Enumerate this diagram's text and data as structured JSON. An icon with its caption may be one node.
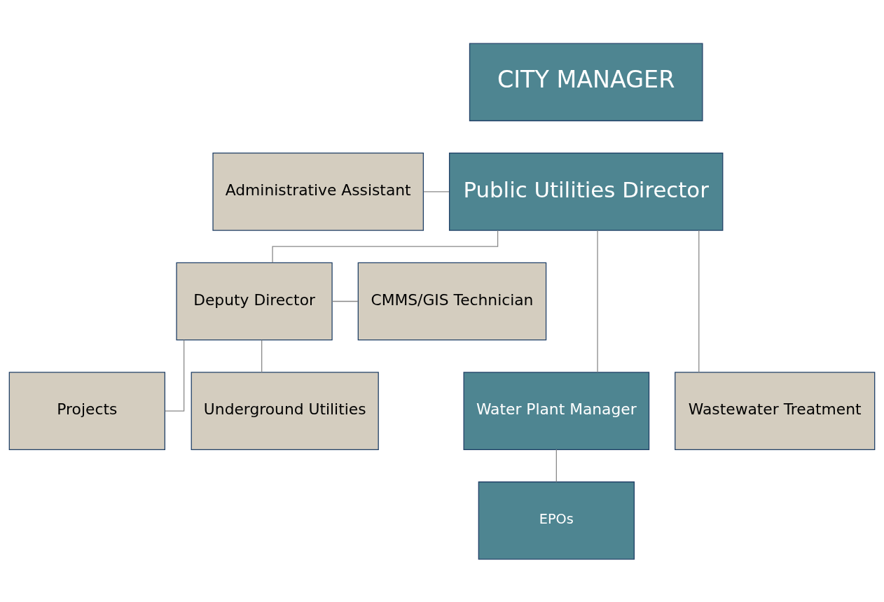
{
  "diagram": {
    "nodes": [
      {
        "text": [
          "CITY MANAGER"
        ]
      },
      {
        "text": [
          "Administrative Assistant"
        ]
      },
      {
        "text": [
          "Public Utilities Director"
        ]
      },
      {
        "text": [
          "Deputy Director"
        ]
      },
      {
        "text": [
          "CMMS/GIS Technician"
        ]
      },
      {
        "text": [
          "Water Plant Manager"
        ]
      },
      {
        "text": [
          "Wastewater Treatment"
        ]
      },
      {
        "text": [
          "Projects"
        ]
      },
      {
        "text": [
          "Underground Utilities"
        ]
      },
      {
        "text": [
          "EPOs"
        ]
      }
    ],
    "edges": [
      {
        "from": 1,
        "to": 2,
        "arrow": "none"
      },
      {
        "from": 2,
        "to": 3,
        "arrow": "none"
      },
      {
        "from": 2,
        "to": 5,
        "arrow": "none"
      },
      {
        "from": 2,
        "to": 6,
        "arrow": "none"
      },
      {
        "from": 3,
        "to": 4,
        "arrow": "none"
      },
      {
        "from": 3,
        "to": 7,
        "arrow": "none"
      },
      {
        "from": 3,
        "to": 8,
        "arrow": "none"
      },
      {
        "from": 5,
        "to": 9,
        "arrow": "none"
      }
    ]
  }
}
